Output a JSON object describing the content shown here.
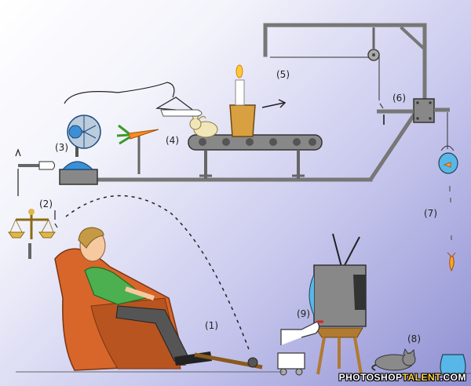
{
  "steps": {
    "s1": "(1)",
    "s2": "(2)",
    "s3": "(3)",
    "s4": "(4)",
    "s5": "(5)",
    "s6": "(6)",
    "s7": "(7)",
    "s8": "(8)",
    "s9": "(9)"
  },
  "watermark": {
    "left": "PHOTOSHOP",
    "right": "TALENT",
    "suffix": ".COM"
  },
  "icons": [
    "fan-icon",
    "carrot-icon",
    "rabbit-icon",
    "candle-icon",
    "pulley-icon",
    "fishbowl-icon",
    "fish-icon",
    "scale-icon",
    "armchair-icon",
    "television-icon",
    "cat-icon",
    "roller-skate-icon",
    "glove-hand-icon"
  ],
  "colors": {
    "armchair": "#d8662a",
    "rail": "#777777",
    "shirt": "#4caf50",
    "fan": "#3b8fd6",
    "fishbowl": "#58b7e8"
  }
}
